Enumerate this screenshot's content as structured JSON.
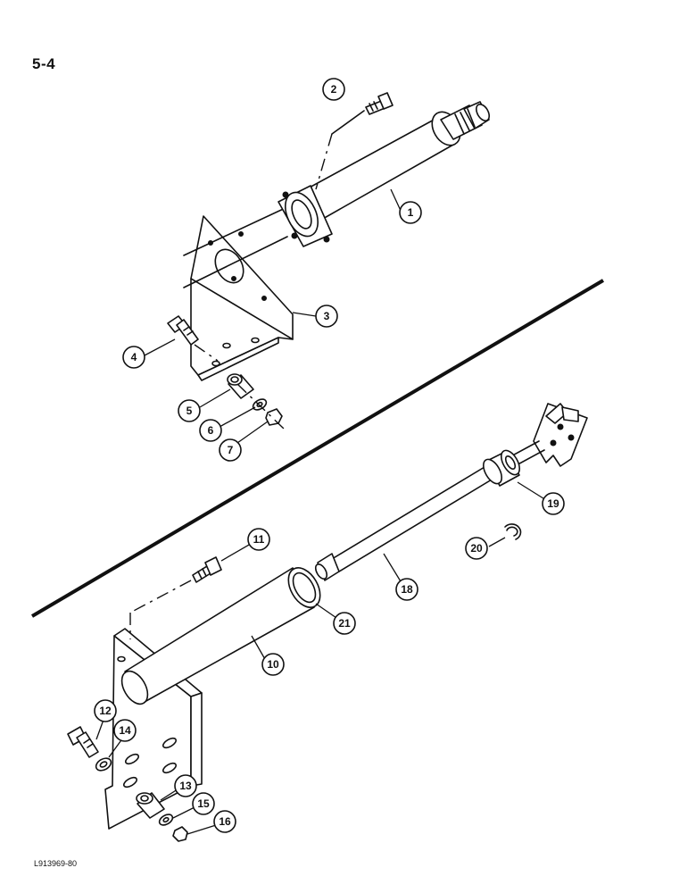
{
  "page_number": "5-4",
  "figure_code": "L913969-80",
  "callouts": [
    "1",
    "2",
    "3",
    "4",
    "5",
    "6",
    "7",
    "10",
    "11",
    "12",
    "13",
    "14",
    "15",
    "16",
    "18",
    "19",
    "20",
    "21"
  ]
}
